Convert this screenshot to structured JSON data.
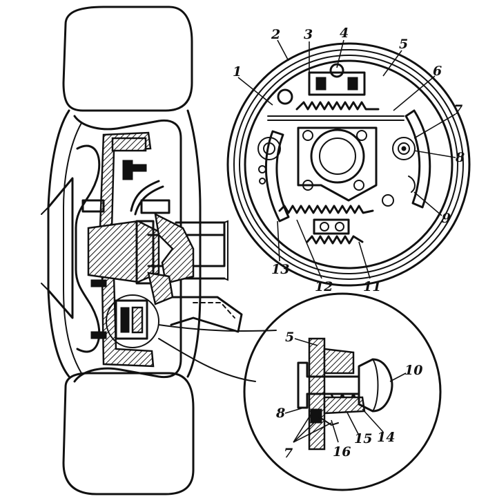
{
  "colors": {
    "ink": "#111111",
    "paper": "#ffffff"
  },
  "labels": {
    "l1": "1",
    "l2": "2",
    "l3": "3",
    "l4": "4",
    "l5": "5",
    "l6": "6",
    "l7": "7",
    "l8": "8",
    "l9": "9",
    "l10": "10",
    "l11": "11",
    "l12": "12",
    "l13": "13",
    "l14": "14",
    "l15": "15",
    "l16": "16",
    "l5b": "5",
    "l8b": "8",
    "l7b": "7"
  }
}
